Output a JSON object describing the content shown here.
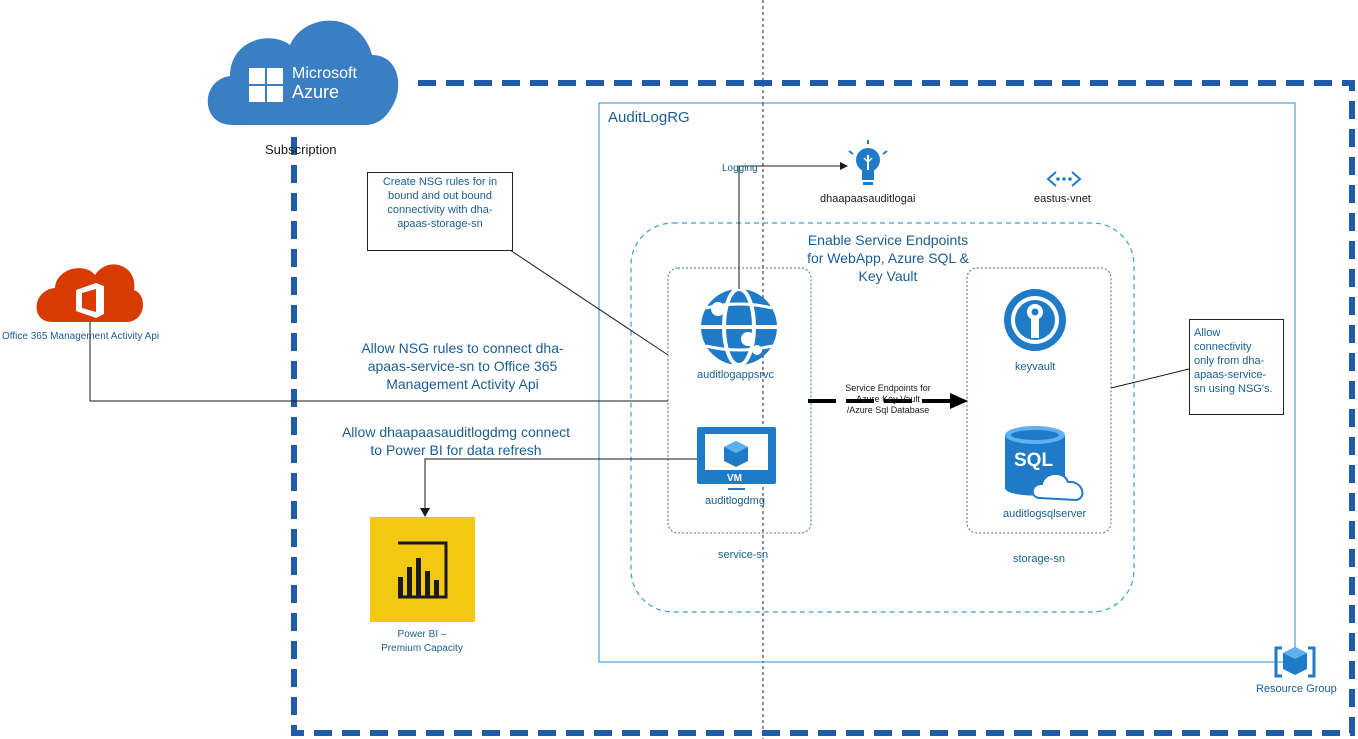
{
  "azure": {
    "logo_line1": "Microsoft",
    "logo_line2": "Azure",
    "subscription_label": "Subscription"
  },
  "resource_group": {
    "title": "AuditLogRG",
    "icon_label": "Resource Group"
  },
  "office365": {
    "label": "Office 365 Management Activity Api"
  },
  "notes": {
    "nsg_storage": [
      "Create NSG rules for in",
      "bound and out bound",
      "connectivity with dha-",
      "apaas-storage-sn"
    ],
    "keyvault_access": [
      "Allow",
      "connectivity",
      "only from dha-",
      "apaas-service-",
      "sn using NSG's."
    ]
  },
  "texts": {
    "allow_office": [
      "Allow NSG rules to connect dha-",
      "apaas-service-sn to Office 365",
      "Management Activity Api"
    ],
    "allow_powerbi": [
      "Allow dhaapaasauditlogdmg connect",
      "to Power BI for data refresh"
    ],
    "service_endpoints": [
      "Enable Service Endpoints",
      "for WebApp, Azure SQL &",
      "Key Vault"
    ],
    "endpoint_arrow": [
      "Service Endpoints for",
      "Azure Key Vault",
      "/Azure Sql Database"
    ],
    "logging": "Logging"
  },
  "resources": {
    "appinsights": "dhaapaasauditlogai",
    "vnet": "eastus-vnet",
    "appservice": "auditlogappsrvc",
    "vm": "auditlogdmg",
    "vm_badge": "VM",
    "keyvault": "keyvault",
    "sqlserver": "auditlogsqlserver",
    "sql_badge": "SQL",
    "service_subnet": "service-sn",
    "storage_subnet": "storage-sn"
  },
  "powerbi": {
    "label_line1": "Power BI –",
    "label_line2": "Premium Capacity"
  },
  "colors": {
    "azure_blue": "#1f5ba8",
    "azure_cloud": "#3a7fc4",
    "subnet_dash": "#3aa0c8",
    "office_red": "#d83b01",
    "powerbi_yellow": "#f2c811",
    "text_blue": "#1a5e95"
  }
}
